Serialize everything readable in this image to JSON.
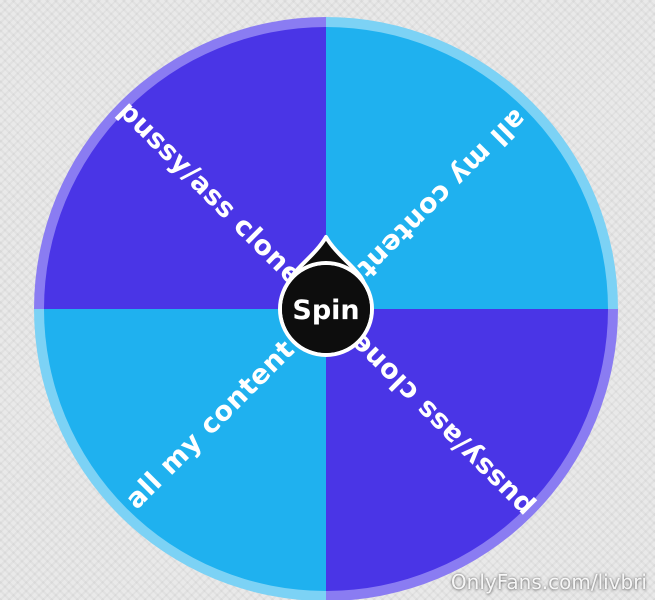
{
  "wheel": {
    "segments": [
      {
        "label": "pussy/ass clone",
        "color": "#4a35e6",
        "rim_color": "#8a7cf2"
      },
      {
        "label": "all my content",
        "color": "#1fb1ef",
        "rim_color": "#7cd2f5"
      },
      {
        "label": "pussy/ass clone",
        "color": "#4a35e6",
        "rim_color": "#8a7cf2"
      },
      {
        "label": "all my content",
        "color": "#1fb1ef",
        "rim_color": "#7cd2f5"
      }
    ],
    "spin_button": {
      "label": "Spin",
      "color": "#0d0d0d",
      "border_color": "#ffffff"
    }
  },
  "watermark": {
    "text": "OnlyFans.com/livbri"
  }
}
